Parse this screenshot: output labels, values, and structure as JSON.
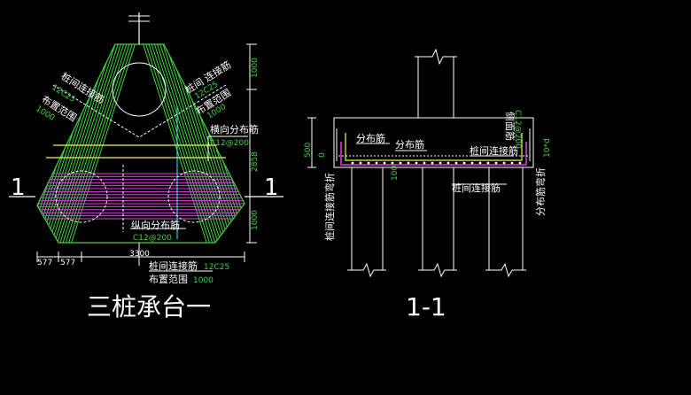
{
  "plan": {
    "title": "三桩承台一",
    "section_mark": "1",
    "notes": {
      "tl_name": "桩间连接筋",
      "tl_rebar": "12C25",
      "tl_range_label": "布置范围",
      "tl_range": "1000",
      "tr_name": "桩间 连接筋",
      "tr_rebar": "12C25",
      "tr_range_label": "布置范围",
      "tr_range": "1000",
      "horiz_name": "横向分布筋",
      "horiz_rebar": "C12@200",
      "vert_name": "纵向分布筋",
      "vert_rebar": "C12@200",
      "bottom_name": "桩间连接筋",
      "bottom_rebar": "12C25",
      "bottom_range_label": "布置范围",
      "bottom_range": "1000"
    },
    "dims": {
      "right_top": "1000",
      "right_mid": "2858",
      "right_bottom": "1000",
      "bottom_a": "577",
      "bottom_b": "577",
      "bottom_total": "3300"
    }
  },
  "section": {
    "title": "1-1",
    "labels": {
      "dist1": "分布筋",
      "dist2": "分布筋",
      "pile_link": "桩间连接筋",
      "pile_link_bottom": "桩间连接筋",
      "side_face": "侧面筋",
      "side_rebar": "C12@200",
      "left_bend": "桩间连接筋弯折",
      "right_bend": "分布筋弯折",
      "right_bend_len": "10*d"
    },
    "dims": {
      "left_top": "500",
      "left_zero": "0",
      "mid": "100"
    }
  },
  "colors": {
    "background": "#000000",
    "line": "#ffffff",
    "green": "#3dd43d",
    "magenta": "#e040e0",
    "yellow": "#f5f54a",
    "cyan": "#3ff0ff"
  }
}
